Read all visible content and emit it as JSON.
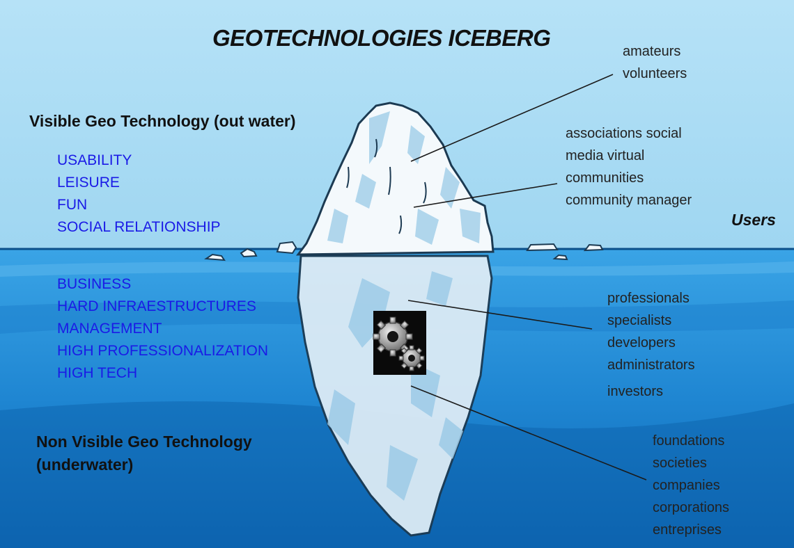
{
  "title": "GEOTECHNOLOGIES ICEBERG",
  "visible_heading": "Visible Geo Technology (out water)",
  "visible_aspects": [
    "USABILITY",
    "LEISURE",
    "FUN",
    "SOCIAL RELATIONSHIP"
  ],
  "nonvisible_aspects": [
    "BUSINESS",
    "HARD INFRAESTRUCTURES",
    "MANAGEMENT",
    "HIGH PROFESSIONALIZATION",
    "HIGH TECH"
  ],
  "nonvisible_heading": [
    "Non Visible Geo Technology",
    "(underwater)"
  ],
  "users_label": "Users",
  "user_groups": {
    "amateurs": [
      "amateurs",
      "volunteers"
    ],
    "communities": [
      "associations social",
      "media virtual",
      "communities",
      "community manager"
    ],
    "professionals": [
      "professionals",
      "specialists",
      "developers",
      "administrators",
      "investors"
    ],
    "organizations": [
      "foundations",
      "societies",
      "companies",
      "corporations",
      "entreprises"
    ]
  },
  "colors": {
    "sky": "#a8dcf4",
    "water_surface": "#2f9be0",
    "water_deep": "#0f6fc0",
    "keyword_blue": "#1a1ae6",
    "ice": "#f2f8fc",
    "ice_shadow": "#9ccae6"
  },
  "icons": [
    "gears-icon"
  ]
}
